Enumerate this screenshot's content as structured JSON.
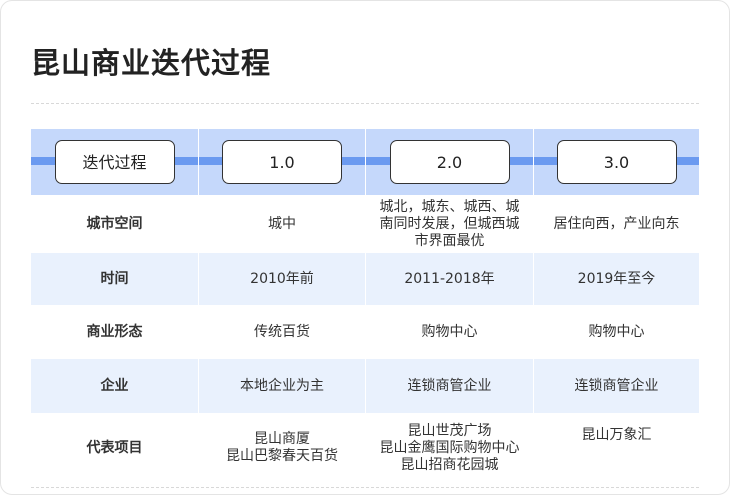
{
  "title": "昆山商业迭代过程",
  "header": [
    "迭代过程",
    "1.0",
    "2.0",
    "3.0"
  ],
  "rows": [
    {
      "label": "城市空间",
      "cells": [
        [
          "城中"
        ],
        [
          "城北，城东、城西、城",
          "南同时发展，但城西城",
          "市界面最优"
        ],
        [
          "居住向西，产业向东"
        ]
      ]
    },
    {
      "label": "时间",
      "cells": [
        [
          "2010年前"
        ],
        [
          "2011-2018年"
        ],
        [
          "2019年至今"
        ]
      ]
    },
    {
      "label": "商业形态",
      "cells": [
        [
          "传统百货"
        ],
        [
          "购物中心"
        ],
        [
          "购物中心"
        ]
      ]
    },
    {
      "label": "企业",
      "cells": [
        [
          "本地企业为主"
        ],
        [
          "连锁商管企业"
        ],
        [
          "连锁商管企业"
        ]
      ]
    },
    {
      "label": "代表项目",
      "cells": [
        [
          "昆山商厦",
          "昆山巴黎春天百货"
        ],
        [
          "昆山世茂广场",
          "昆山金鹰国际购物中心",
          "昆山招商花园城"
        ],
        [
          "昆山万象汇"
        ]
      ]
    }
  ]
}
